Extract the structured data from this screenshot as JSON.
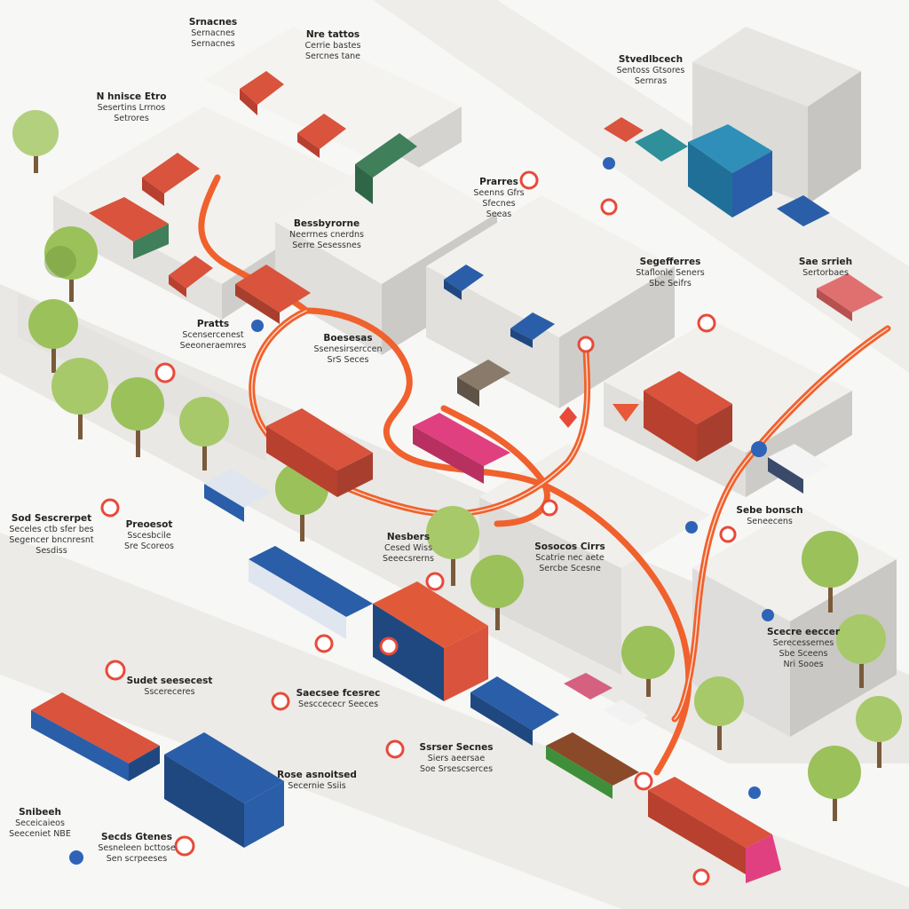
{
  "colors": {
    "ground": "#f7f7f5",
    "road": "#e9e8e4",
    "building_top": "#f2f1ee",
    "building_side_light": "#e2e1dd",
    "building_side_dark": "#cfceca",
    "route": "#f0612d",
    "tree": "#9bc15a",
    "tree_dark": "#6f9a3b",
    "trunk": "#7a5a3a",
    "marker_red": "#e84a3a",
    "marker_blue": "#2f63b8",
    "truck_red": "#d9533d",
    "truck_blue": "#2a5ea8",
    "truck_teal": "#2f8f9a",
    "truck_green": "#3f7f5a",
    "truck_pink": "#e04080"
  },
  "icons": [
    "route-marker-icon",
    "location-pin-icon",
    "info-marker-icon",
    "warning-sign-icon"
  ],
  "labels": [
    {
      "id": "label-top-left-1",
      "lines": [
        "Srnacnes",
        "Sernacnes",
        "Sernacnes"
      ]
    },
    {
      "id": "label-top-mid",
      "lines": [
        "Nre tattos",
        "Cerrie bastes",
        "Sercnes tane"
      ]
    },
    {
      "id": "label-top-right",
      "lines": [
        "Stvedlbcech",
        "Sentoss Gtsores",
        "Sernras"
      ]
    },
    {
      "id": "label-left-upper",
      "lines": [
        "N hnisce Etro",
        "Sesertins Lrrnos",
        "Setrores"
      ]
    },
    {
      "id": "label-center-upper",
      "lines": [
        "Prarres",
        "Seenns Gfrs",
        "Sfecnes",
        "Seeas"
      ]
    },
    {
      "id": "label-center-left",
      "lines": [
        "Bessbyrorne",
        "Neerrnes cnerdns",
        "Serre Sesessnes"
      ]
    },
    {
      "id": "label-right-upper",
      "lines": [
        "Segefferres",
        "Staflonle Seners",
        "Sbe Seifrs"
      ]
    },
    {
      "id": "label-far-right",
      "lines": [
        "Sae srrieh",
        "Sertorbaes"
      ]
    },
    {
      "id": "label-left-mid",
      "lines": [
        "Pratts",
        "Scensercenest",
        "Seeoneraemres"
      ]
    },
    {
      "id": "label-center-mid",
      "lines": [
        "Boesesas",
        "Ssenesirserccen",
        "SrS Seces"
      ]
    },
    {
      "id": "label-edge-left",
      "lines": [
        "Sod Sescrerpet",
        "Seceles ctb sfer bes",
        "Segencer bncnresnt",
        "Sesdiss"
      ]
    },
    {
      "id": "label-left-lower",
      "lines": [
        "Preoesot",
        "Sscesbcile",
        "Sre Scoreos"
      ]
    },
    {
      "id": "label-right-mid",
      "lines": [
        "Sebe bonsch",
        "Seneecens"
      ]
    },
    {
      "id": "label-center-lower",
      "lines": [
        "Nesbers",
        "Cesed Wiss",
        "Seeecsrerns"
      ]
    },
    {
      "id": "label-mid-right",
      "lines": [
        "Sosocos Cirrs",
        "Scatrie nec aete",
        "Sercbe Scesne"
      ]
    },
    {
      "id": "label-lower-right",
      "lines": [
        "Scecre eeccer",
        "Serecessernes",
        "Sbe Sceens",
        "Nri Sooes"
      ]
    },
    {
      "id": "label-bottom-left",
      "lines": [
        "Sudet seesecest",
        "Sscereceres"
      ]
    },
    {
      "id": "label-bottom-mid",
      "lines": [
        "Saecsee fcesrec",
        "Sesccececr Seeces"
      ]
    },
    {
      "id": "label-bottom-center",
      "lines": [
        "Ssrser Secnes",
        "Siers aeersae",
        "Soe Srsescserces"
      ]
    },
    {
      "id": "label-bottom-truck",
      "lines": [
        "Rose asnoitsed",
        "Secernie Ssiis"
      ]
    },
    {
      "id": "label-far-bottom-left",
      "lines": [
        "Snibeeh",
        "Seceicaieos",
        "Seeceniet NBE"
      ]
    },
    {
      "id": "label-far-bottom-mid",
      "lines": [
        "Secds Gtenes",
        "Sesneleen bcttose",
        "Sen scrpeeses"
      ]
    }
  ]
}
